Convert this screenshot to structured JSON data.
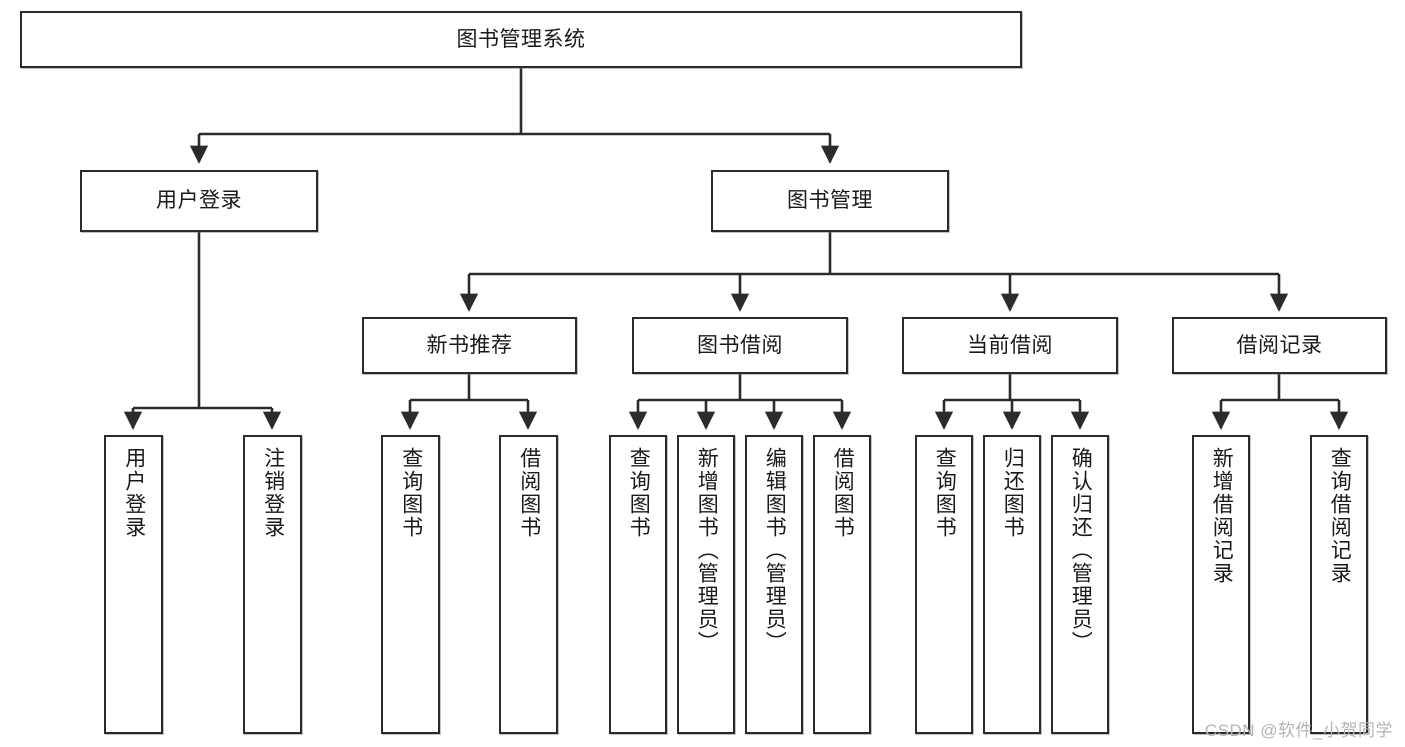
{
  "diagram": {
    "title": "图书管理系统",
    "type": "tree-hierarchy-diagram",
    "watermark": "CSDN @软件_小贺同学",
    "colors": {
      "box_border": "#2b2b2b",
      "box_fill": "#ffffff",
      "connector": "#2b2b2b",
      "text": "#1a1a1a",
      "watermark": "#b5b5b5"
    },
    "root": {
      "label": "图书管理系统"
    },
    "level2": [
      {
        "label": "用户登录"
      },
      {
        "label": "图书管理"
      }
    ],
    "level3": [
      {
        "label": "新书推荐"
      },
      {
        "label": "图书借阅"
      },
      {
        "label": "当前借阅"
      },
      {
        "label": "借阅记录"
      }
    ],
    "leaves": {
      "user_login": [
        {
          "label": "用户登录"
        },
        {
          "label": "注销登录"
        }
      ],
      "new_book_recommend": [
        {
          "label": "查询图书"
        },
        {
          "label": "借阅图书"
        }
      ],
      "book_borrow": [
        {
          "label": "查询图书"
        },
        {
          "label": "新增图书（管理员）"
        },
        {
          "label": "编辑图书（管理员）"
        },
        {
          "label": "借阅图书"
        }
      ],
      "current_borrow": [
        {
          "label": "查询图书"
        },
        {
          "label": "归还图书"
        },
        {
          "label": "确认归还（管理员）"
        }
      ],
      "borrow_record": [
        {
          "label": "新增借阅记录"
        },
        {
          "label": "查询借阅记录"
        }
      ]
    }
  }
}
